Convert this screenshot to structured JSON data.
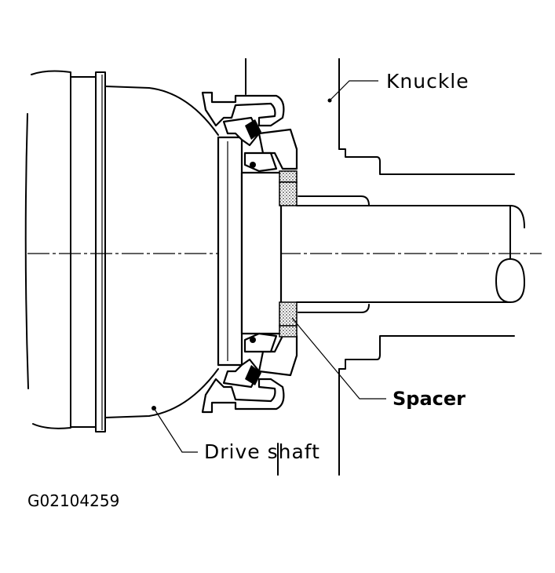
{
  "diagram": {
    "labels": {
      "knuckle": "Knuckle",
      "spacer": "Spacer",
      "drive_shaft": "Drive shaft"
    },
    "figure_code": "G02104259"
  }
}
